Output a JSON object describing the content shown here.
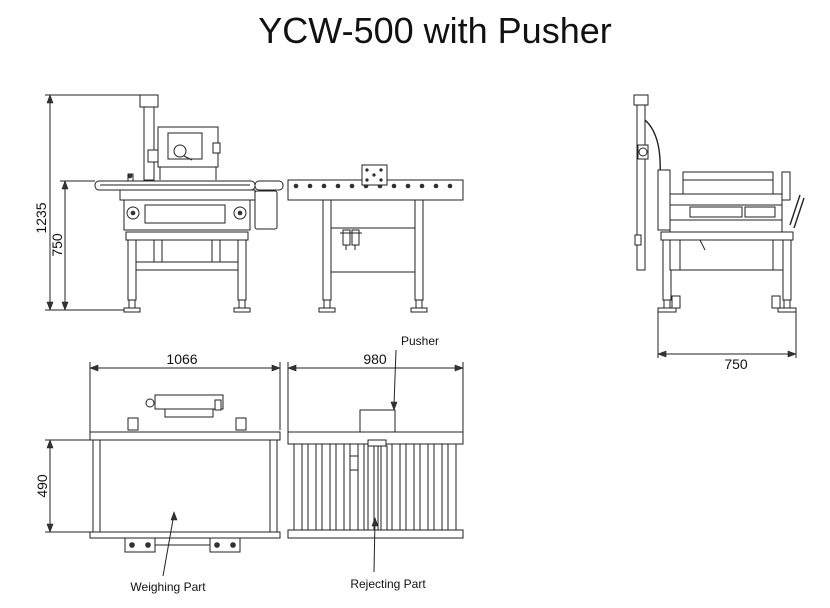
{
  "title": "YCW-500 with Pusher",
  "dimensions": {
    "total_height": "1235",
    "belt_height": "750",
    "side_width": "750",
    "weighing_length": "1066",
    "rejecting_length": "980",
    "belt_width": "490"
  },
  "labels": {
    "pusher": "Pusher",
    "weighing_part": "Weighing Part",
    "rejecting_part": "Rejecting Part"
  }
}
